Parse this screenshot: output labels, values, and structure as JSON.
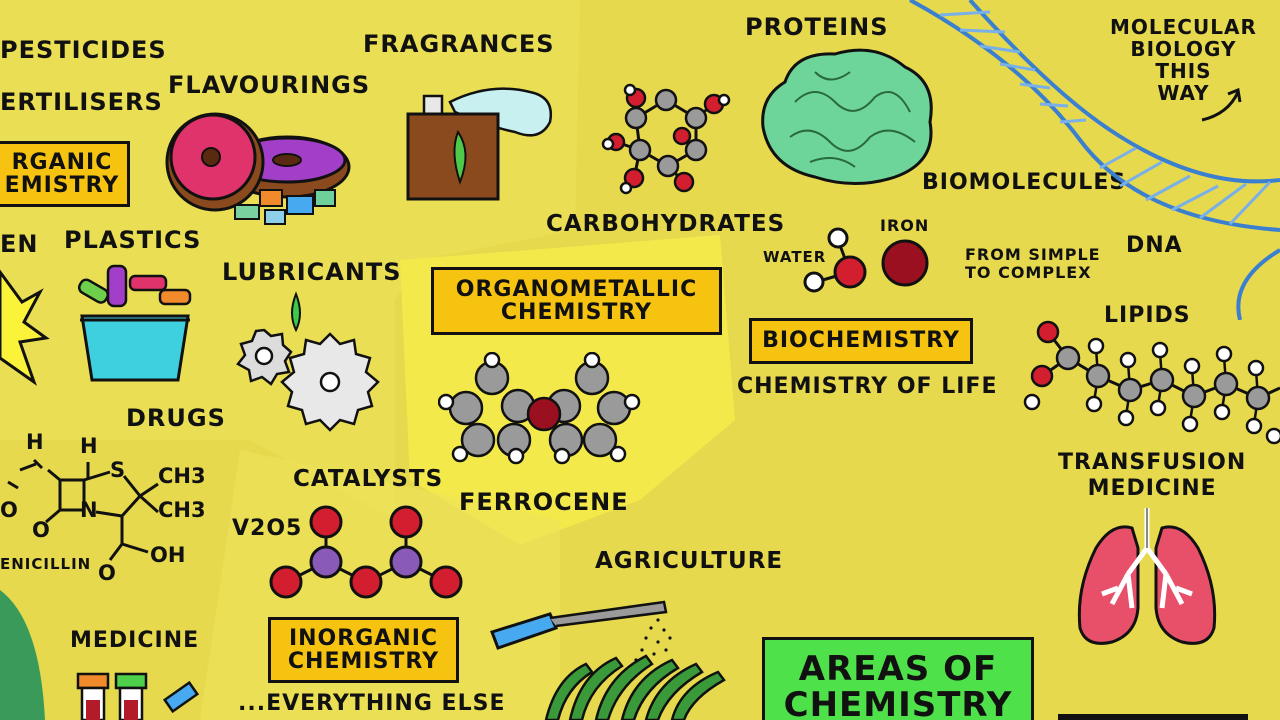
{
  "organic": {
    "items": [
      "PESTICIDES",
      "ERTILISERS",
      "FLAVOURINGS",
      "FRAGRANCES",
      "EN",
      "PLASTICS",
      "LUBRICANTS",
      "DRUGS"
    ],
    "box_line1": "RGANIC",
    "box_line2": "EMISTRY",
    "penicillin": {
      "h1": "H",
      "h2": "H",
      "s": "S",
      "ch3_1": "CH3",
      "ch3_2": "CH3",
      "o": "O",
      "n": "N",
      "o2": "O",
      "o3": "O",
      "oh": "OH",
      "name": "ENICILLIN"
    }
  },
  "organometallic": {
    "box_line1": "ORGANOMETALLIC",
    "box_line2": "CHEMISTRY",
    "example": "FERROCENE"
  },
  "biochemistry": {
    "box": "BIOCHEMISTRY",
    "subtitle": "CHEMISTRY OF LIFE",
    "items": [
      "PROTEINS",
      "CARBOHYDRATES",
      "BIOMOLECULES",
      "DNA",
      "LIPIDS"
    ],
    "water": "WATER",
    "iron": "IRON",
    "simple_to_complex": [
      "FROM SIMPLE",
      "TO COMPLEX"
    ],
    "molecular_biology": [
      "MOLECULAR",
      "BIOLOGY",
      "THIS",
      "WAY"
    ]
  },
  "inorganic": {
    "box_line1": "INORGANIC",
    "box_line2": "CHEMISTRY",
    "tagline": "...EVERYTHING ELSE",
    "catalysts": "CATALYSTS",
    "v2o5": "V2O5",
    "medicine": "MEDICINE"
  },
  "applications": {
    "agriculture": "AGRICULTURE",
    "transfusion": [
      "TRANSFUSION",
      "MEDICINE"
    ]
  },
  "title": {
    "line1": "AREAS OF",
    "line2": "CHEMISTRY"
  },
  "colors": {
    "background": "#e6d94e",
    "highlight": "#f2e44a",
    "box": "#f6c410",
    "title_box": "#4fe14a"
  }
}
